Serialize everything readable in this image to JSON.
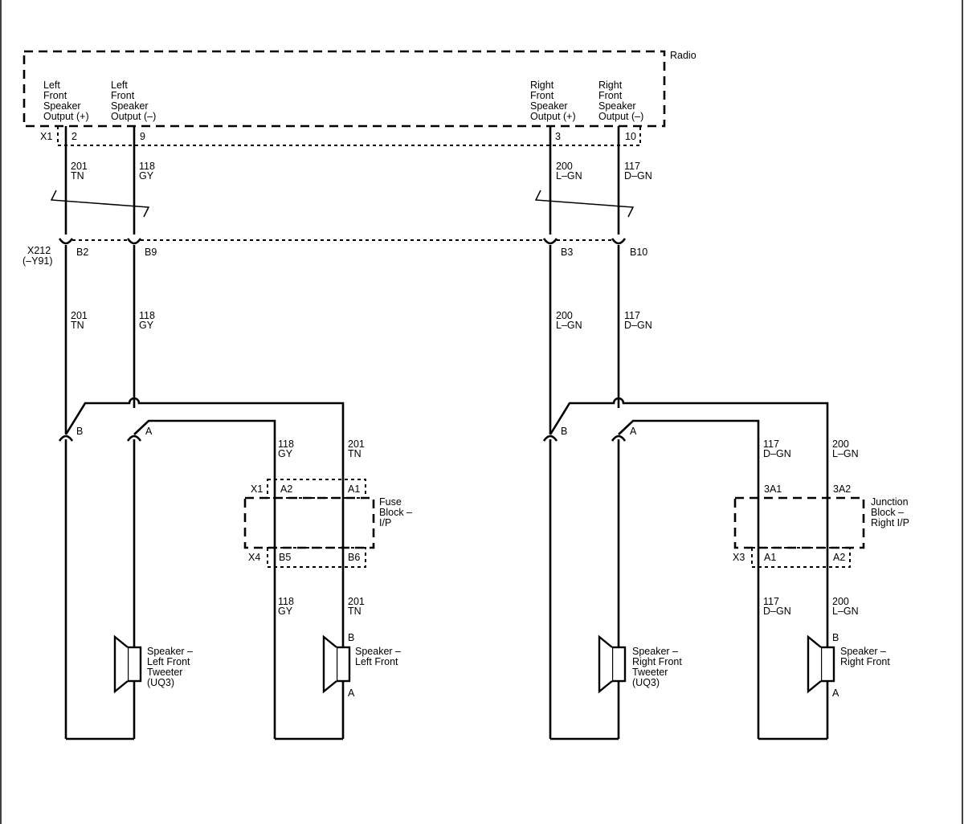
{
  "radio": {
    "label": "Radio",
    "connector": "X1",
    "outputs": [
      {
        "lines": [
          "Left",
          "Front",
          "Speaker",
          "Output (+)"
        ],
        "pin": "2"
      },
      {
        "lines": [
          "Left",
          "Front",
          "Speaker",
          "Output (–)"
        ],
        "pin": "9"
      },
      {
        "lines": [
          "Right",
          "Front",
          "Speaker",
          "Output (+)"
        ],
        "pin": "3"
      },
      {
        "lines": [
          "Right",
          "Front",
          "Speaker",
          "Output (–)"
        ],
        "pin": "10"
      }
    ]
  },
  "wires": {
    "w201": {
      "circuit": "201",
      "color": "TN"
    },
    "w118": {
      "circuit": "118",
      "color": "GY"
    },
    "w200": {
      "circuit": "200",
      "color": "L–GN"
    },
    "w117": {
      "circuit": "117",
      "color": "D–GN"
    }
  },
  "inline_connector": {
    "name": "X212",
    "option": "(–Y91)",
    "pins": [
      "B2",
      "B9",
      "B3",
      "B10"
    ]
  },
  "splice_pins": {
    "b": "B",
    "a": "A"
  },
  "fuse_block": {
    "lines": [
      "Fuse",
      "Block –",
      "I/P"
    ],
    "top_connector": "X1",
    "top_pins": [
      "A2",
      "A1"
    ],
    "bottom_connector": "X4",
    "bottom_pins": [
      "B5",
      "B6"
    ]
  },
  "junction_block": {
    "lines": [
      "Junction",
      "Block –",
      "Right I/P"
    ],
    "top_pins": [
      "3A1",
      "3A2"
    ],
    "bottom_connector": "X3",
    "bottom_pins": [
      "A1",
      "A2"
    ]
  },
  "speakers": {
    "lf_tweeter": {
      "lines": [
        "Speaker –",
        "Left Front",
        "Tweeter",
        "(UQ3)"
      ]
    },
    "lf": {
      "lines": [
        "Speaker –",
        "Left Front"
      ],
      "pin_top": "B",
      "pin_bottom": "A"
    },
    "rf_tweeter": {
      "lines": [
        "Speaker –",
        "Right Front",
        "Tweeter",
        "(UQ3)"
      ]
    },
    "rf": {
      "lines": [
        "Speaker –",
        "Right Front"
      ],
      "pin_top": "B",
      "pin_bottom": "A"
    }
  }
}
